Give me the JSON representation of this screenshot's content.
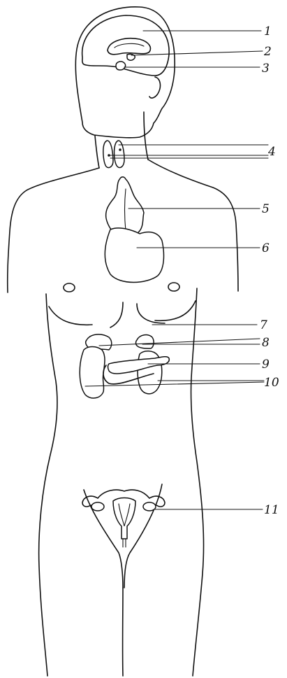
{
  "figure": {
    "labels": [
      "1",
      "2",
      "3",
      "4",
      "5",
      "6",
      "7",
      "8",
      "9",
      "10",
      "11"
    ]
  }
}
